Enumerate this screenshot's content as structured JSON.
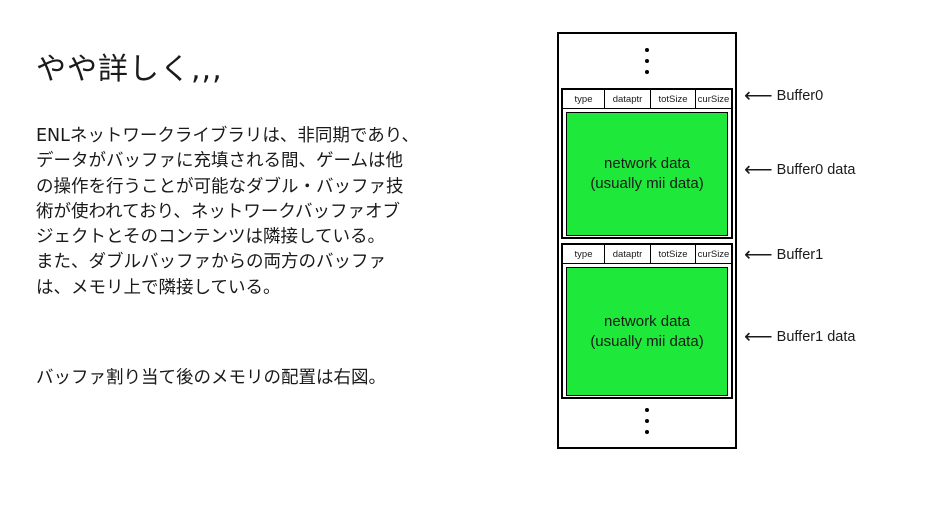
{
  "slide": {
    "title": "やや詳しく,,,",
    "paragraph_lines": [
      "ENLネットワークライブラリは、非同期であり、",
      "データがバッファに充填される間、ゲームは他",
      "の操作を行うことが可能なダブル・バッファ技",
      "術が使われており、ネットワークバッファオブ",
      "ジェクトとそのコンテンツは隣接している。",
      "また、ダブルバッファからの両方のバッファ",
      "は、メモリ上で隣接している。"
    ],
    "caption": "バッファ割り当て後のメモリの配置は右図。"
  },
  "diagram": {
    "header_fields": [
      "type",
      "dataptr",
      "totSize",
      "curSize"
    ],
    "data_box_line1": "network data",
    "data_box_line2": "(usually mii data)",
    "labels": {
      "buffer0": "Buffer0",
      "buffer0_data": "Buffer0 data",
      "buffer1": "Buffer1",
      "buffer1_data": "Buffer1 data"
    },
    "arrow_glyph": "⟵",
    "colors": {
      "data_fill": "#1ee83a",
      "border": "#000000"
    }
  }
}
